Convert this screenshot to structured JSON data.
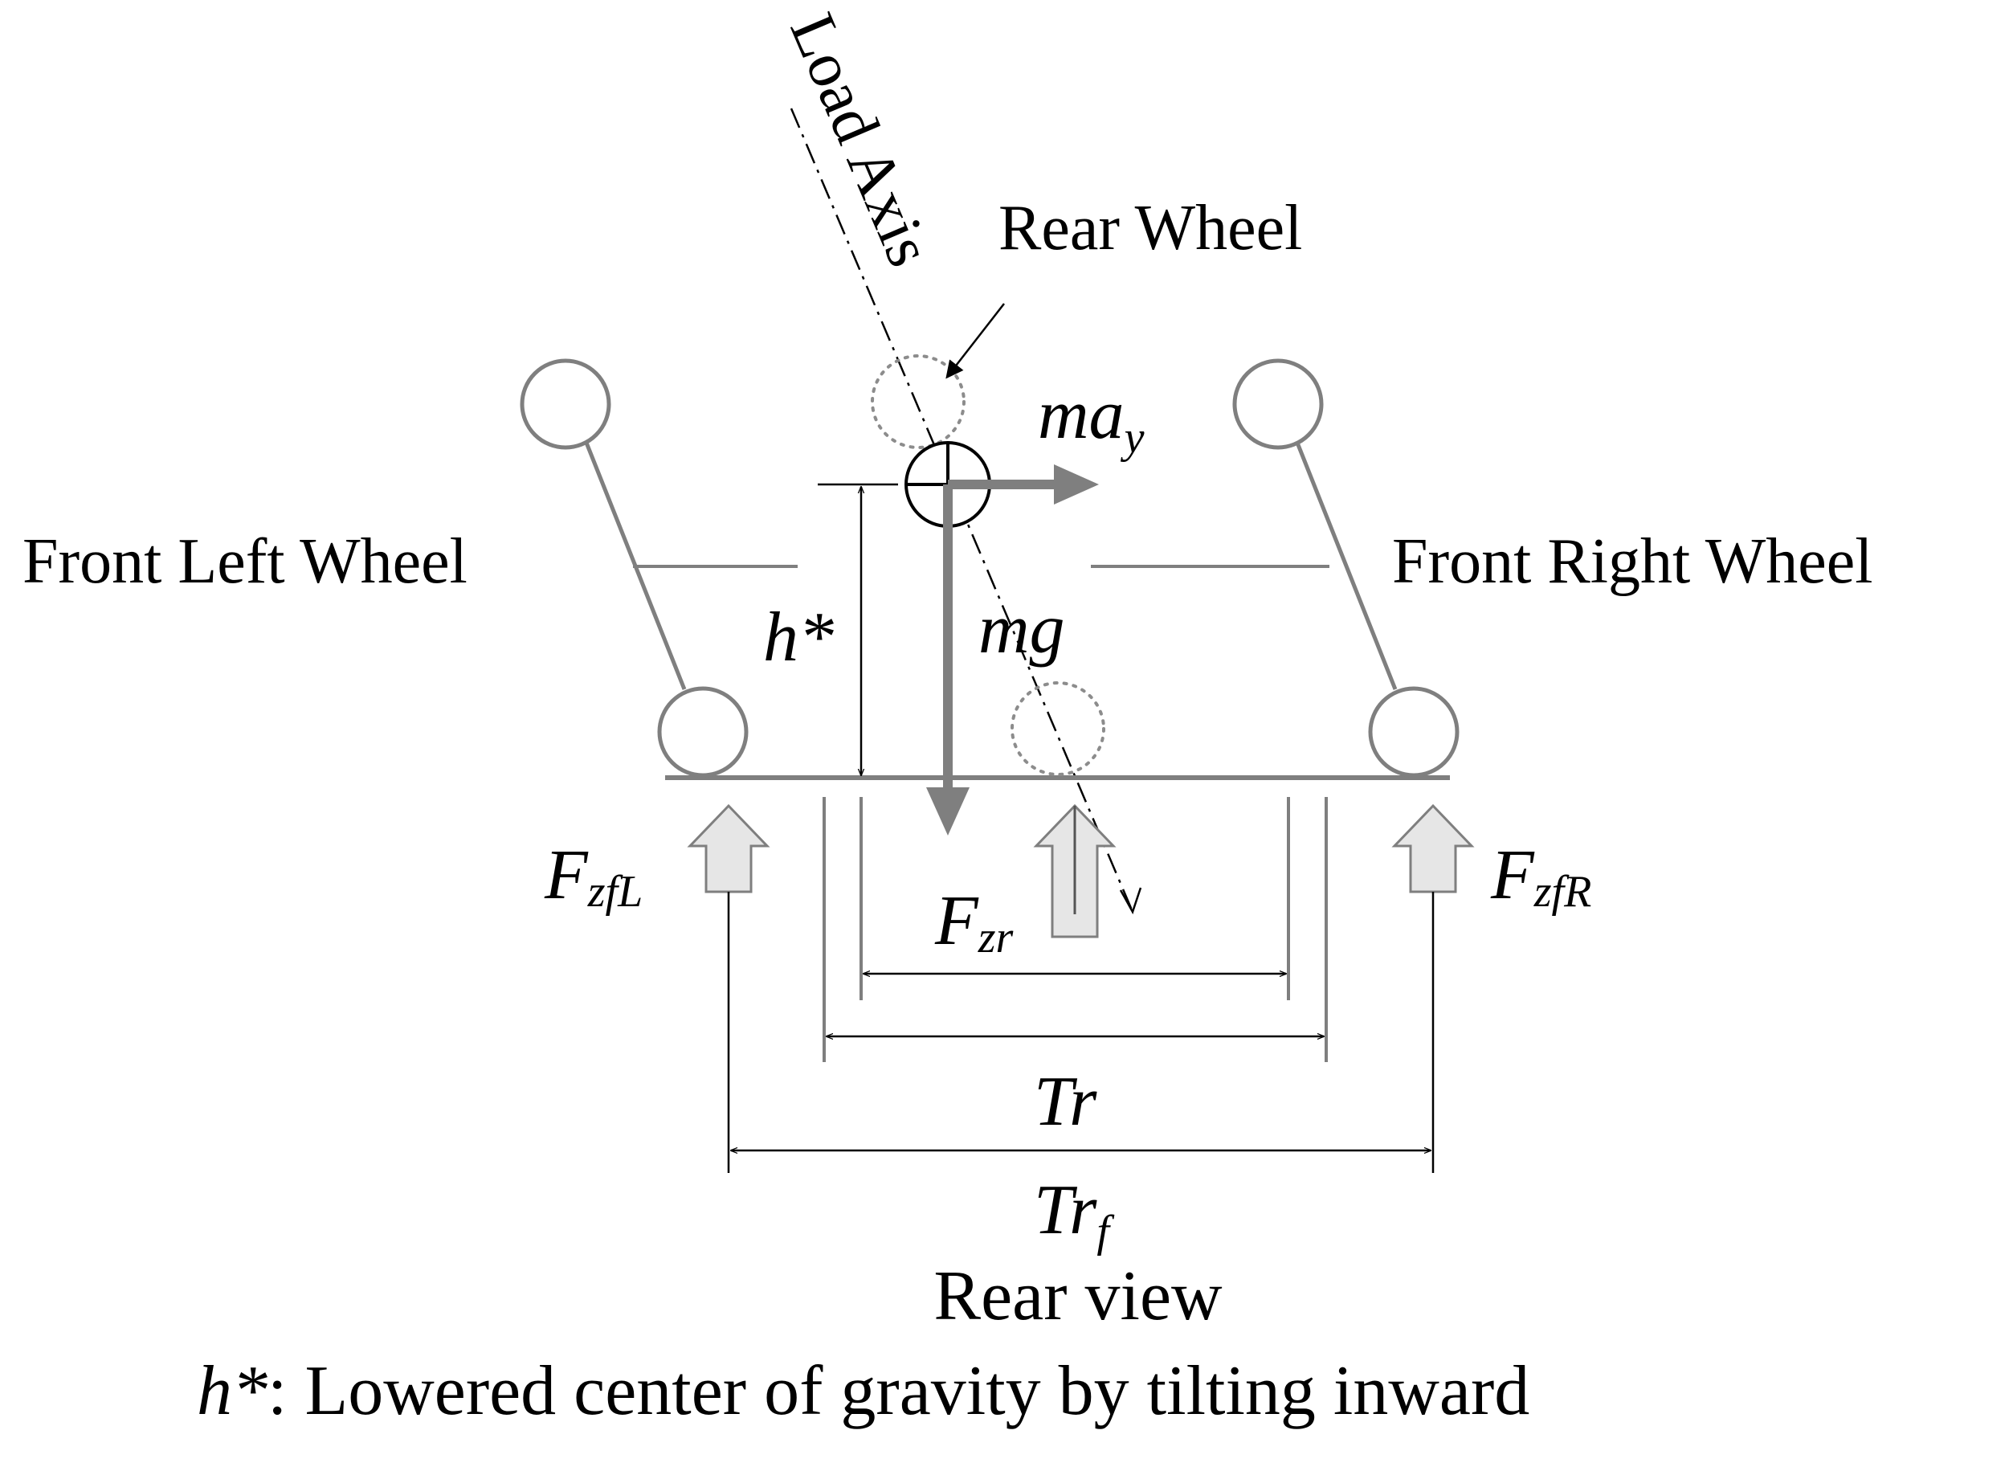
{
  "labels": {
    "load_axis": "Load Axis",
    "rear_wheel": "Rear Wheel",
    "front_left_wheel": "Front Left Wheel",
    "front_right_wheel": "Front Right Wheel",
    "h_star": "h*",
    "ma_main": "ma",
    "ma_sub": "y",
    "mg": "mg",
    "fzfl_main": "F",
    "fzfl_sub": "zfL",
    "fzr_main": "F",
    "fzr_sub": "zr",
    "fzfr_main": "F",
    "fzfr_sub": "zfR",
    "tr": "Tr",
    "trf_main": "Tr",
    "trf_sub": "f",
    "caption_title": "Rear view",
    "caption_h": "h*",
    "caption_text": ": Lowered center of gravity by tilting inward"
  },
  "colors": {
    "line_gray": "#7f7f7f",
    "arrow_fill": "#e6e6e6",
    "ink": "#000000"
  }
}
